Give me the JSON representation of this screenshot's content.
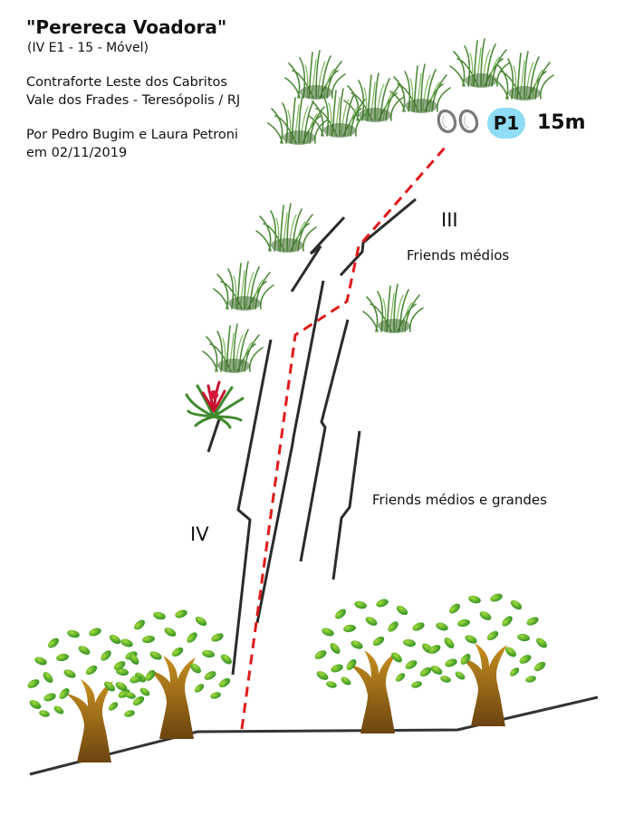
{
  "header": {
    "title": "\"Perereca Voadora\"",
    "grade_line": "(IV E1 - 15 - Móvel)",
    "location_line1": "Contraforte Leste dos Cabritos",
    "location_line2": "Vale dos Frades - Teresópolis / RJ",
    "authors_line1": "Por Pedro Bugim e Laura Petroni",
    "authors_line2": "em 02/11/2019"
  },
  "belay": {
    "label": "P1",
    "length": "15m"
  },
  "sections": [
    {
      "grade": "III",
      "gear": "Friends médios"
    },
    {
      "grade": "IV",
      "gear": "Friends médios e grandes"
    }
  ],
  "colors": {
    "route_line": "#e01b1b",
    "crack_line": "#2b2b2b",
    "belay_badge": "#8fdcf5",
    "foliage": "#5fae2e",
    "trunk": "#8a5a14",
    "grass": "#4f8a3a"
  },
  "icons": [
    "grass-tuft-icon",
    "bromeliad-icon",
    "tree-icon",
    "carabiner-icon"
  ]
}
